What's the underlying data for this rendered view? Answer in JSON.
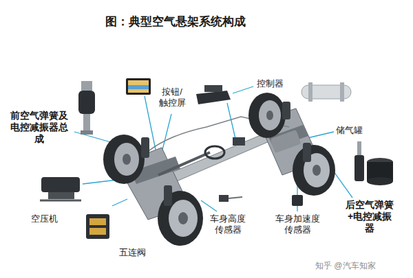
{
  "diagram": {
    "title": "图：典型空气悬架系统构成",
    "labels": [
      "前空气弹簧及电控减振器总成",
      "按钮/触控屏",
      "控制器",
      "储气罐",
      "空压机",
      "五连阀",
      "车身高度传感器",
      "车身加速度传感器",
      "后空气弹簧+电控减振器",
      "知乎 @汽车知家"
    ]
  }
}
